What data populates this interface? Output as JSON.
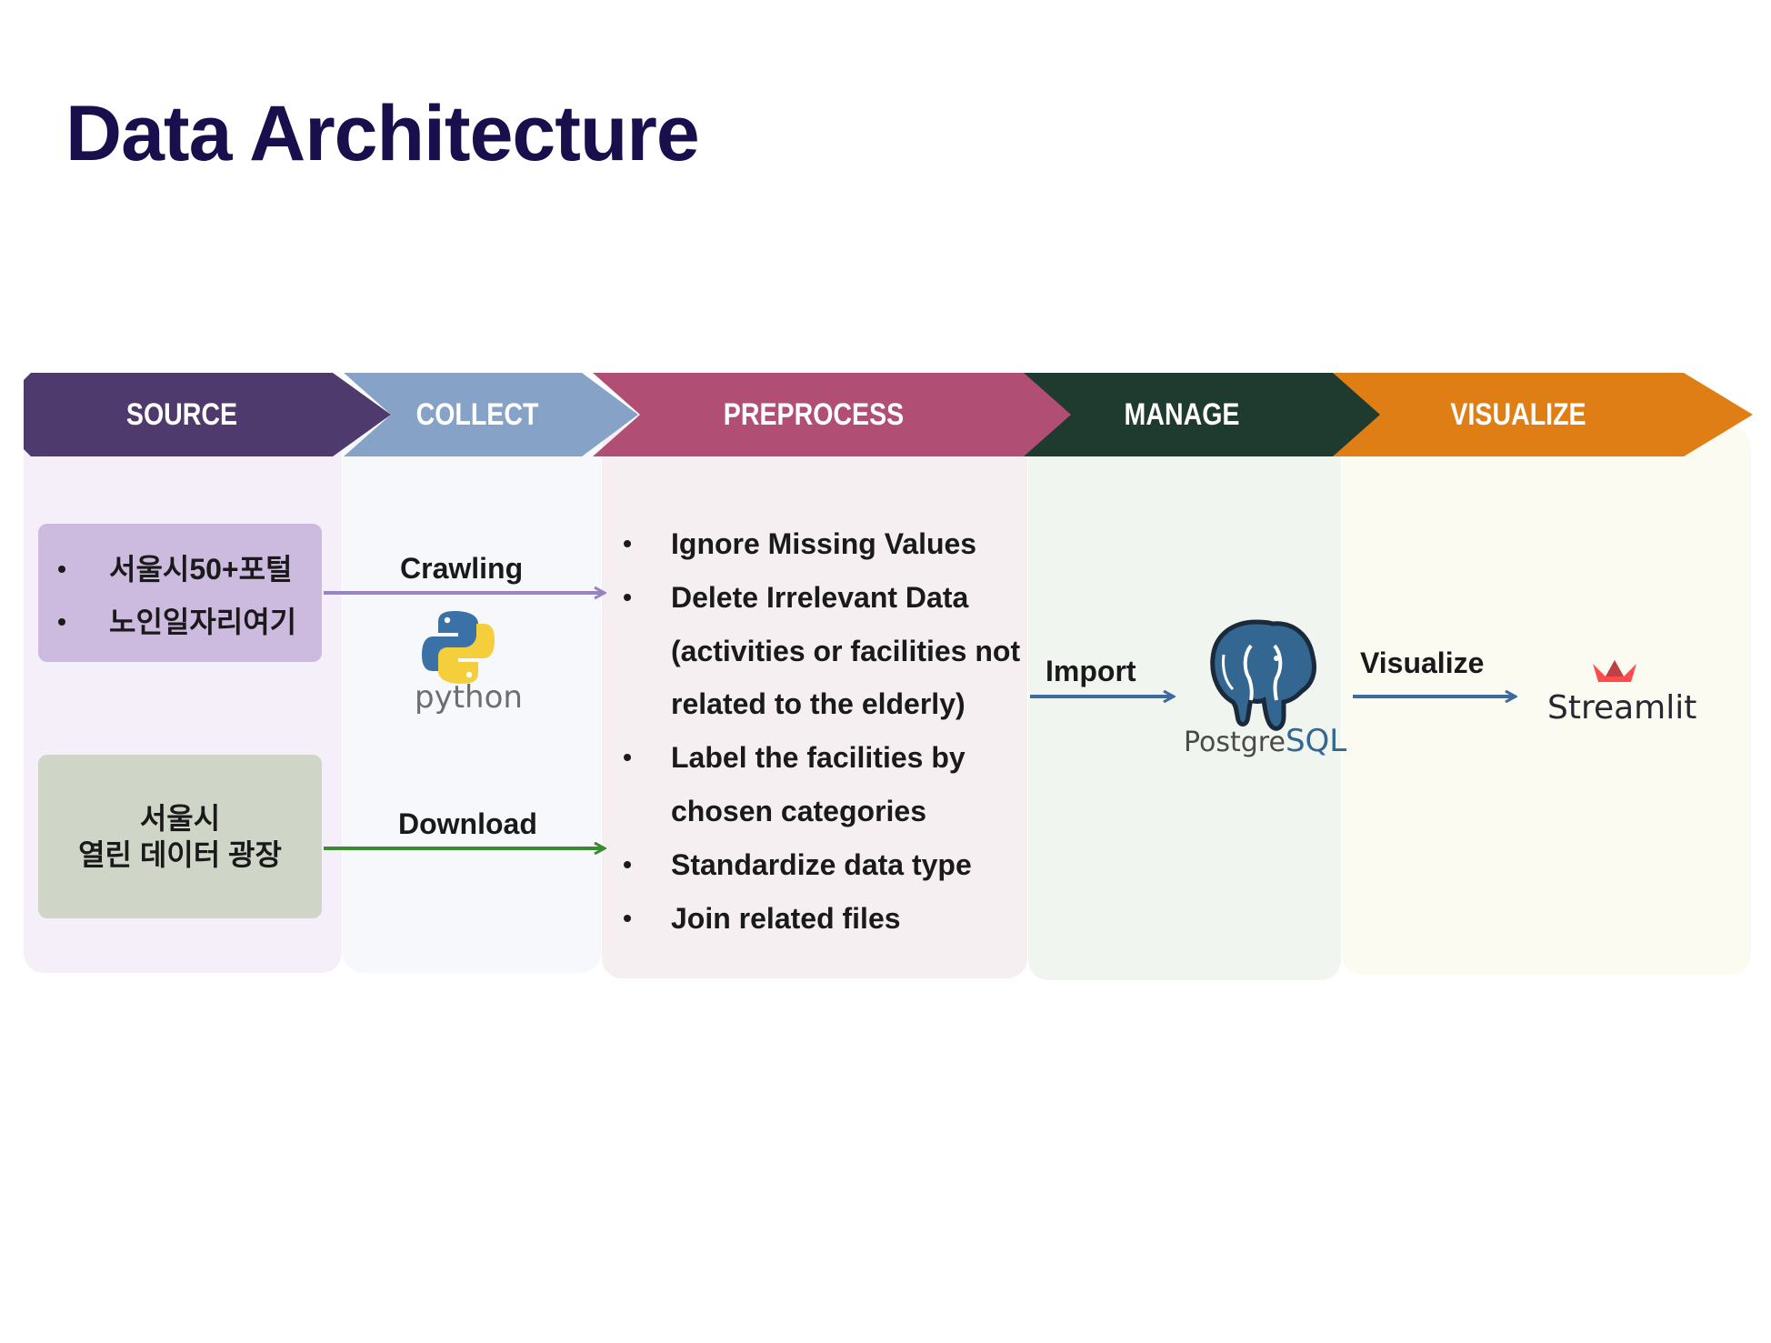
{
  "title": "Data Architecture",
  "stages": [
    {
      "label": "SOURCE",
      "color": "#4f3a6e",
      "panel": "#f4eff8"
    },
    {
      "label": "COLLECT",
      "color": "#86a3c7",
      "panel": "#f7f8fb"
    },
    {
      "label": "PREPROCESS",
      "color": "#b04f73",
      "panel": "#f5eff2"
    },
    {
      "label": "MANAGE",
      "color": "#1f3a2e",
      "panel": "#f1f5f0"
    },
    {
      "label": "VISUALIZE",
      "color": "#e07e16",
      "panel": "#fcfbf1"
    }
  ],
  "source": {
    "portal_items": [
      "서울시50+포털",
      "노인일자리여기"
    ],
    "portal_box_color": "#cdbadf",
    "open_data_line1": "서울시",
    "open_data_line2": "열린 데이터 광장",
    "open_data_box_color": "#cfd5c7"
  },
  "collect": {
    "crawling_label": "Crawling",
    "download_label": "Download",
    "python_logo_text": "python",
    "crawl_arrow_color": "#9a82c4",
    "download_arrow_color": "#3a8a2e"
  },
  "preprocess": {
    "steps": [
      {
        "lines": [
          "Ignore Missing Values"
        ]
      },
      {
        "lines": [
          "Delete Irrelevant Data",
          "(activities or facilities not",
          "related to the elderly)"
        ]
      },
      {
        "lines": [
          "Label the facilities by",
          "chosen categories"
        ]
      },
      {
        "lines": [
          "Standardize data type"
        ]
      },
      {
        "lines": [
          "Join related files"
        ]
      }
    ],
    "bullet": "•"
  },
  "manage": {
    "import_label": "Import",
    "logo_text_postgre": "Postgre",
    "logo_text_sql": "SQL",
    "arrow_color": "#3e6a9e"
  },
  "visualize": {
    "visualize_label": "Visualize",
    "logo_text": "Streamlit",
    "arrow_color": "#3e6a9e"
  }
}
